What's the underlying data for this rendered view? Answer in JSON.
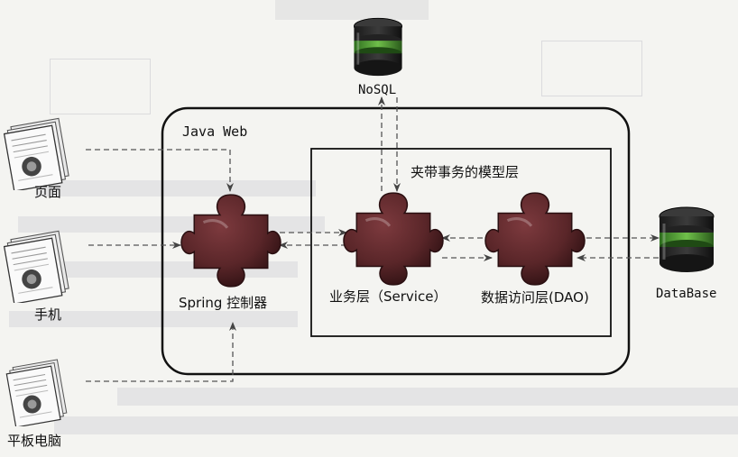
{
  "diagram": {
    "nodes": {
      "page": "页面",
      "phone": "手机",
      "tablet": "平板电脑",
      "java_web": "Java Web",
      "spring_controller": "Spring 控制器",
      "model_layer": "夹带事务的模型层",
      "service_layer": "业务层（Service）",
      "dao_layer": "数据访问层(DAO)",
      "nosql": "NoSQL",
      "database": "DataBase"
    }
  },
  "colors": {
    "puzzle": "#6c2f33",
    "puzzle_dark": "#3b1518",
    "db_green": "#3f8a2c",
    "db_dark": "#1f1f1f",
    "frame": "#111111",
    "arrow": "#555555"
  },
  "icons": [
    "document-icon",
    "puzzle-icon",
    "database-icon"
  ]
}
